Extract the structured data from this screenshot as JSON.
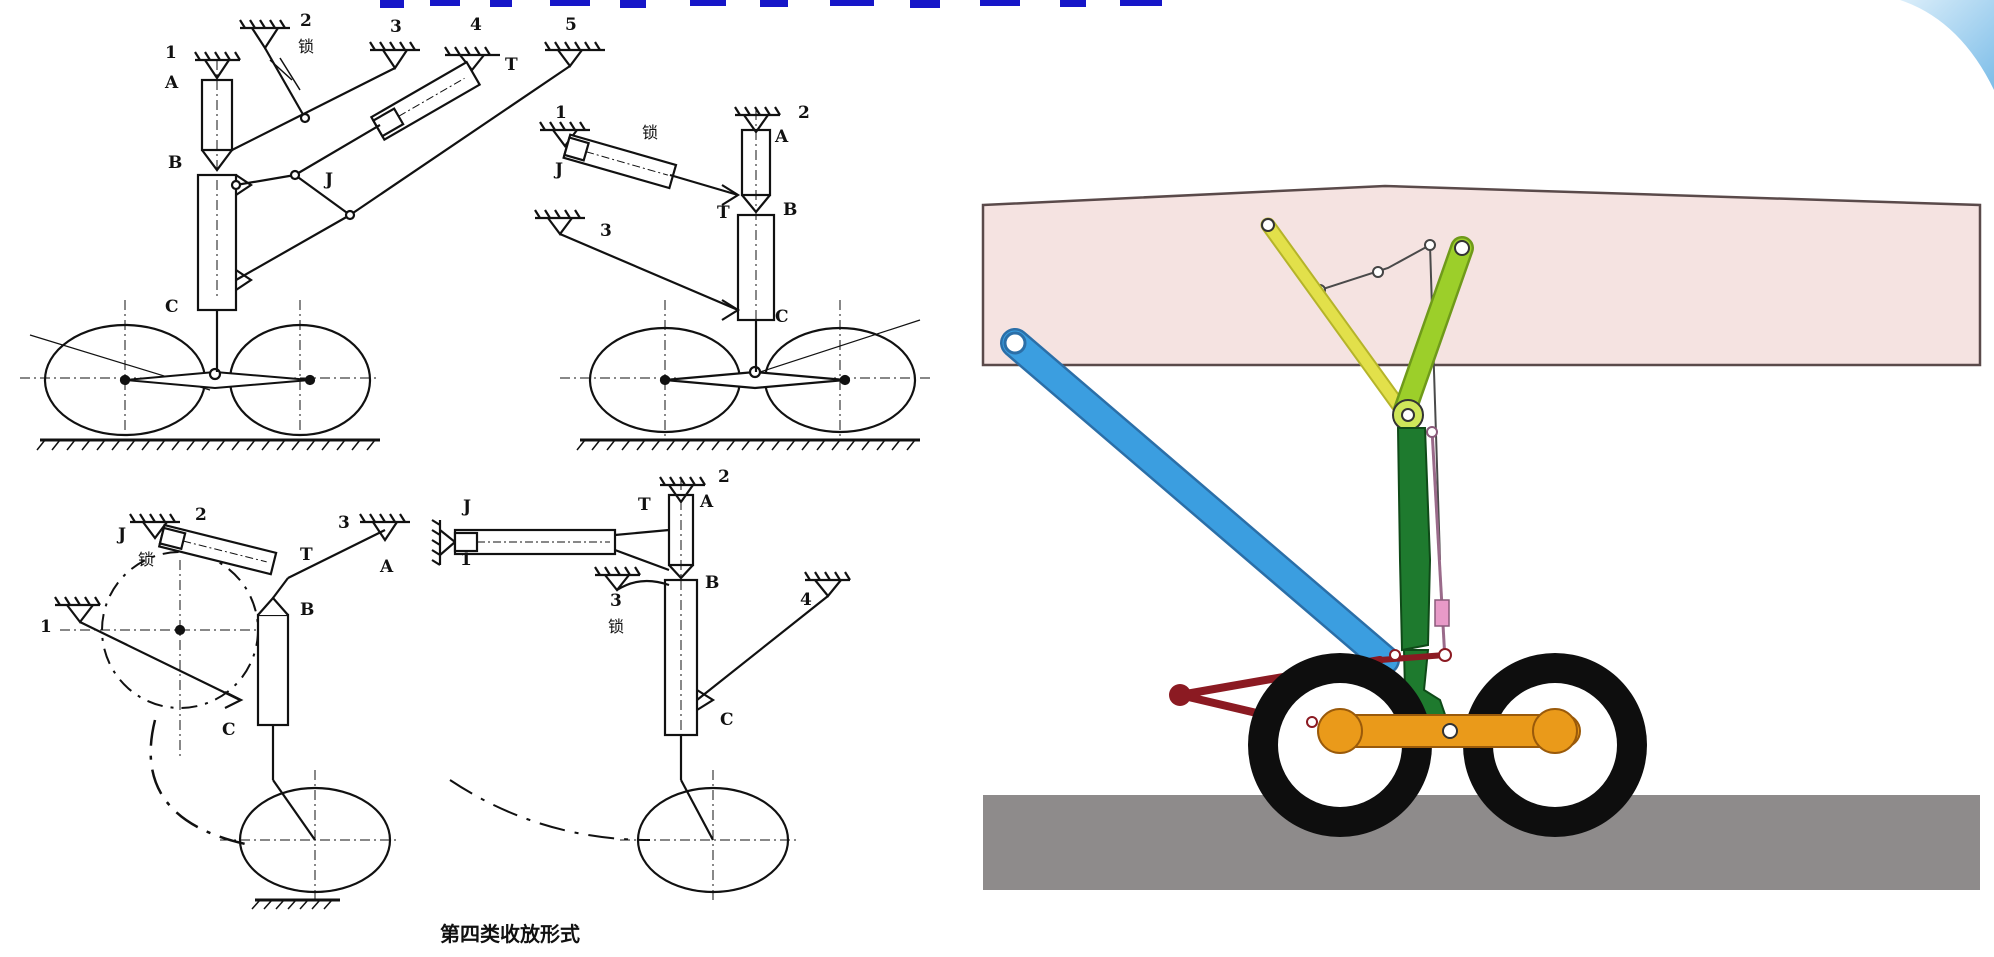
{
  "caption": "第四类收放形式",
  "labels": {
    "n1": "1",
    "n2": "2",
    "n3": "3",
    "n4": "4",
    "n5": "5",
    "A": "A",
    "B": "B",
    "C": "C",
    "J": "J",
    "T": "T",
    "lock": "锁"
  },
  "colors": {
    "ink": "#111111",
    "bay": "#f5e3e1",
    "ground": "#8e8b8b",
    "strut_green": "#1e7a2e",
    "link_yellow": "#e2e04a",
    "link_lime": "#9ccf2a",
    "brace_blue": "#3b9ee0",
    "bogie_orange": "#ea9a1a",
    "torque_maroon": "#8b1a22",
    "actuator_pink": "#e89ac8",
    "title_blue": "#1616c8"
  }
}
